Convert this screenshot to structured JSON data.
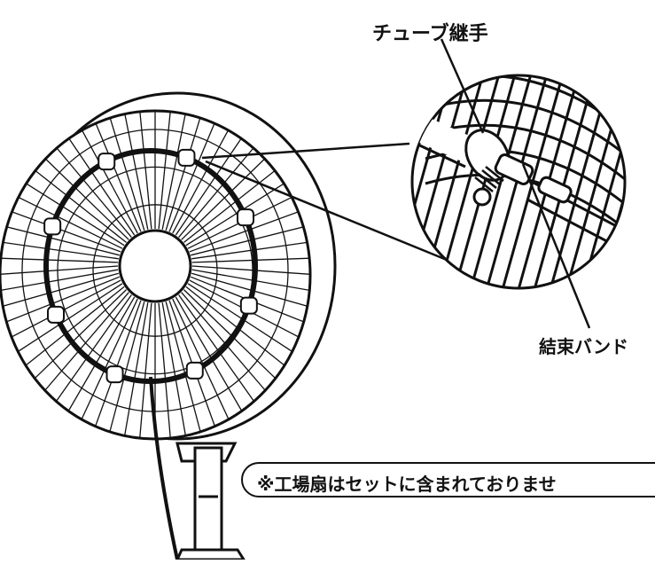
{
  "labels": {
    "tube_joint": "チューブ継手",
    "cable_tie": "結束バンド",
    "notice": "※工場扇はセットに含まれておりませ"
  }
}
